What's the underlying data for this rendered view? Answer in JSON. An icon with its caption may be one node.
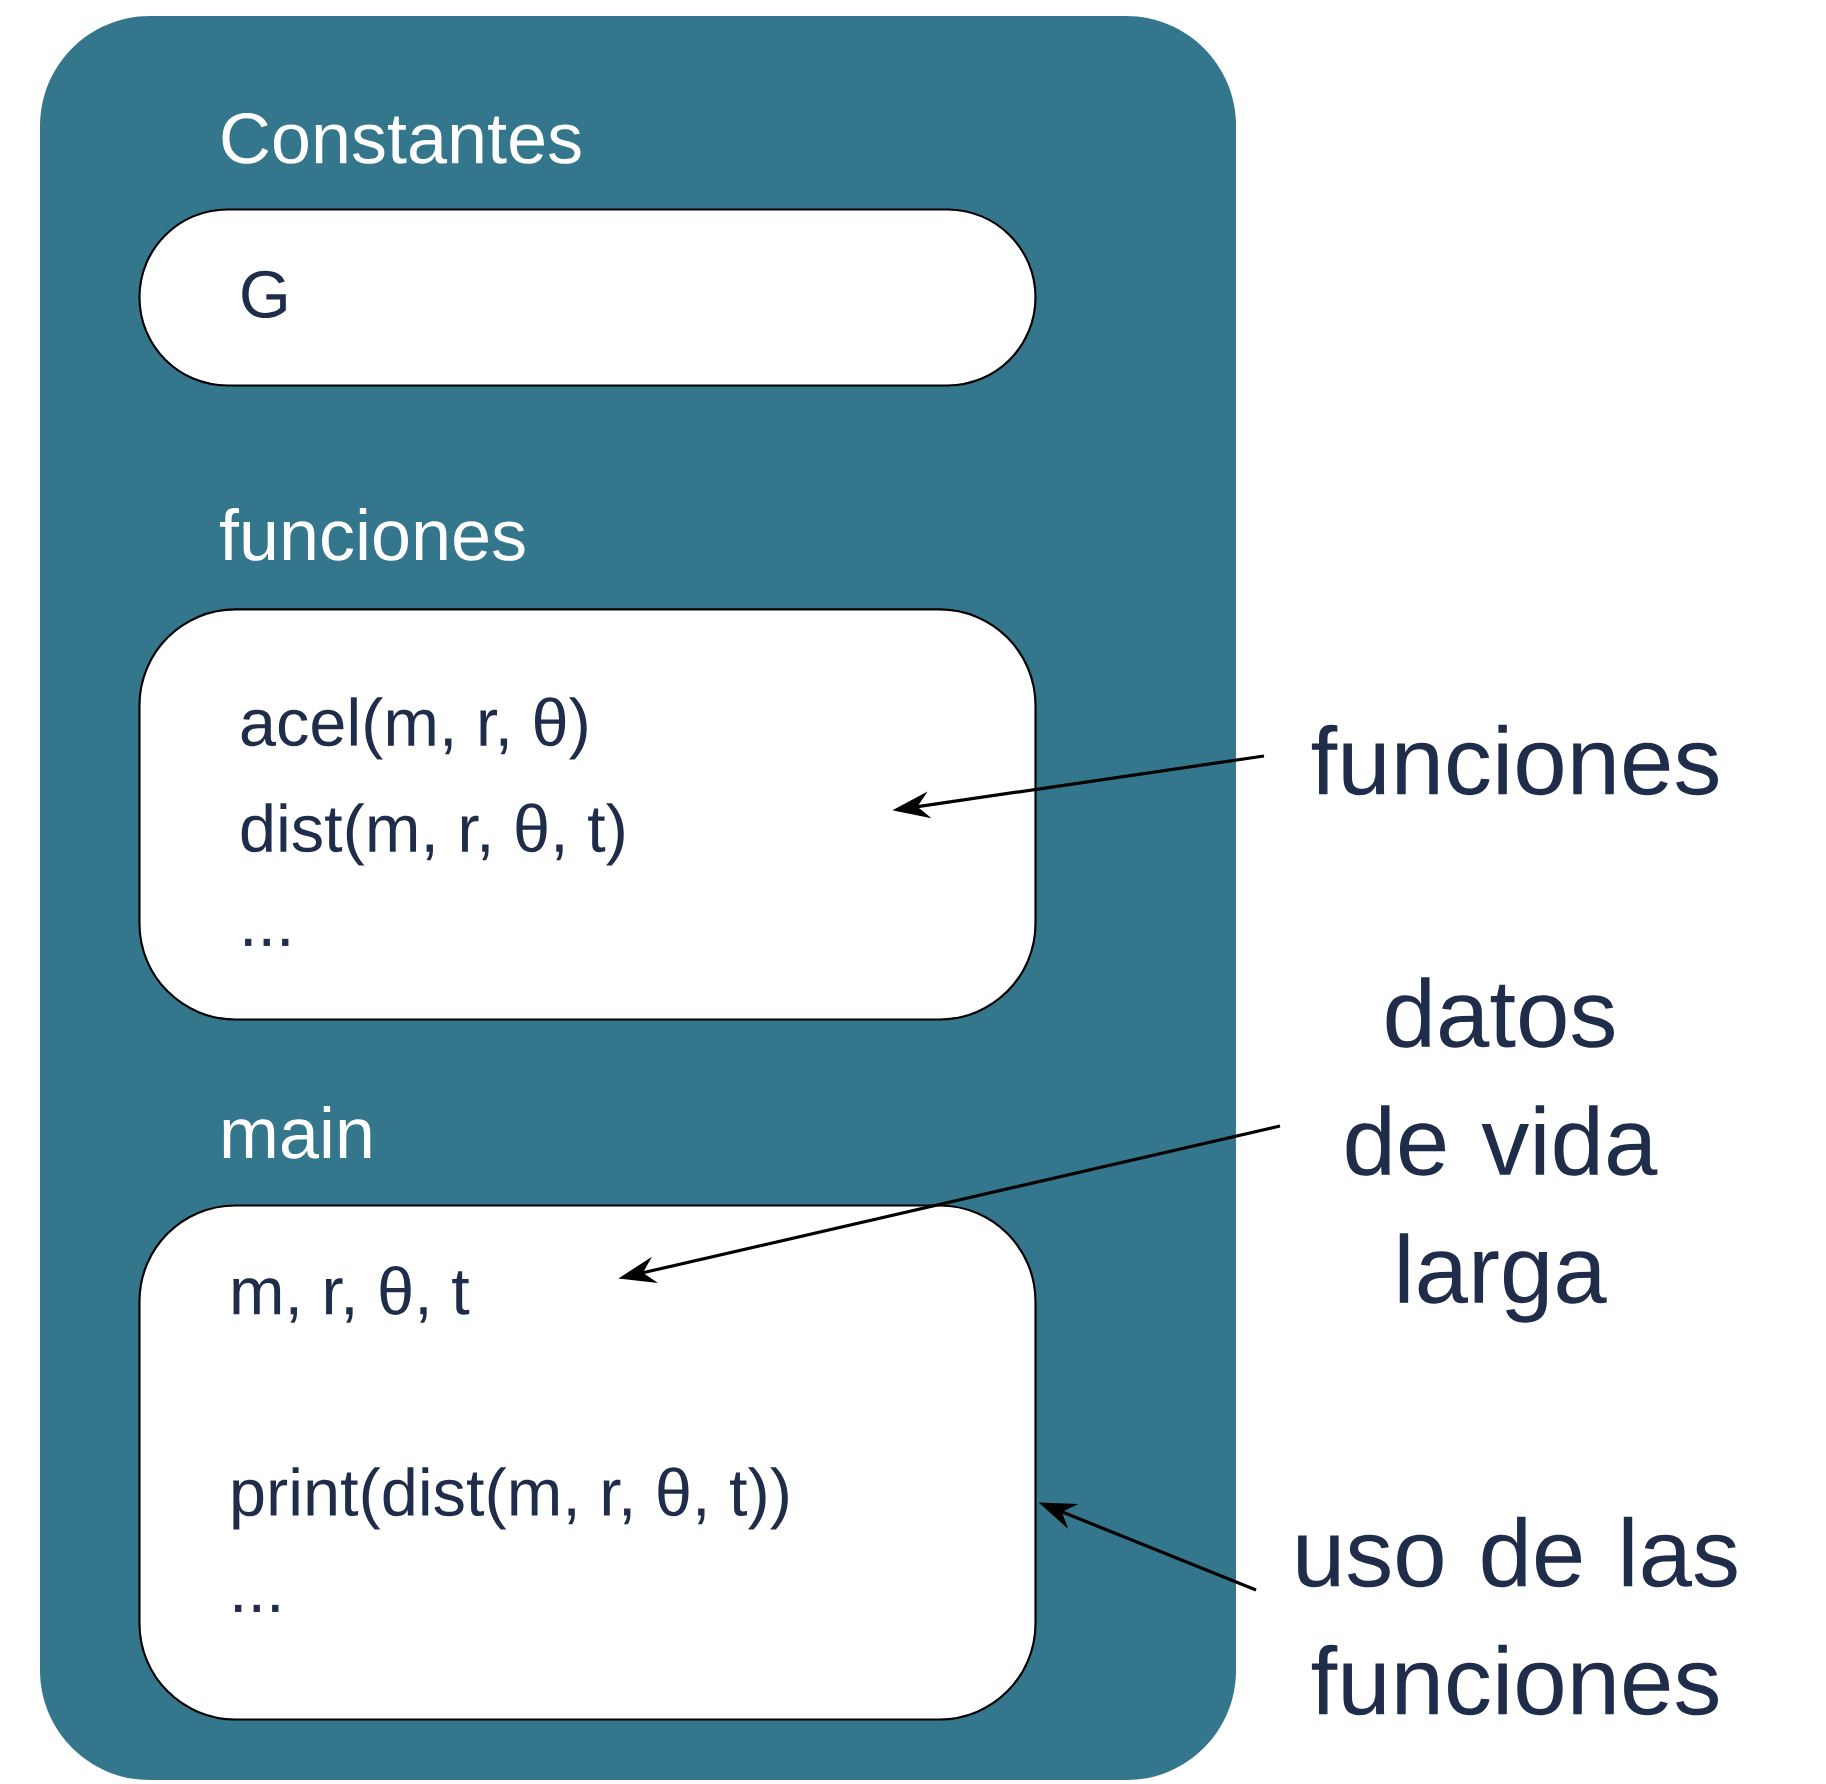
{
  "diagram": {
    "nodes": [
      {
        "text": [],
        "shape": "box"
      },
      {
        "text": [
          "Constantes",
          "G"
        ],
        "in": 0
      },
      {
        "text": [
          "funciones",
          "acel(m, r, θ)",
          "dist(m, r, θ, t)",
          "..."
        ],
        "in": 0
      },
      {
        "text": [
          "main",
          "m, r, θ, t",
          "print(dist(m, r, θ, t))",
          "..."
        ],
        "in": 0
      },
      {
        "text": [
          "funciones"
        ]
      },
      {
        "text": [
          "datos de vida larga"
        ]
      },
      {
        "text": [
          "uso de las funciones"
        ]
      }
    ],
    "edges": [
      {
        "from": 4,
        "to": 2,
        "arrow": "to"
      },
      {
        "from": 5,
        "to": 3,
        "arrow": "to"
      },
      {
        "from": 6,
        "to": 3,
        "arrow": "to"
      }
    ]
  }
}
